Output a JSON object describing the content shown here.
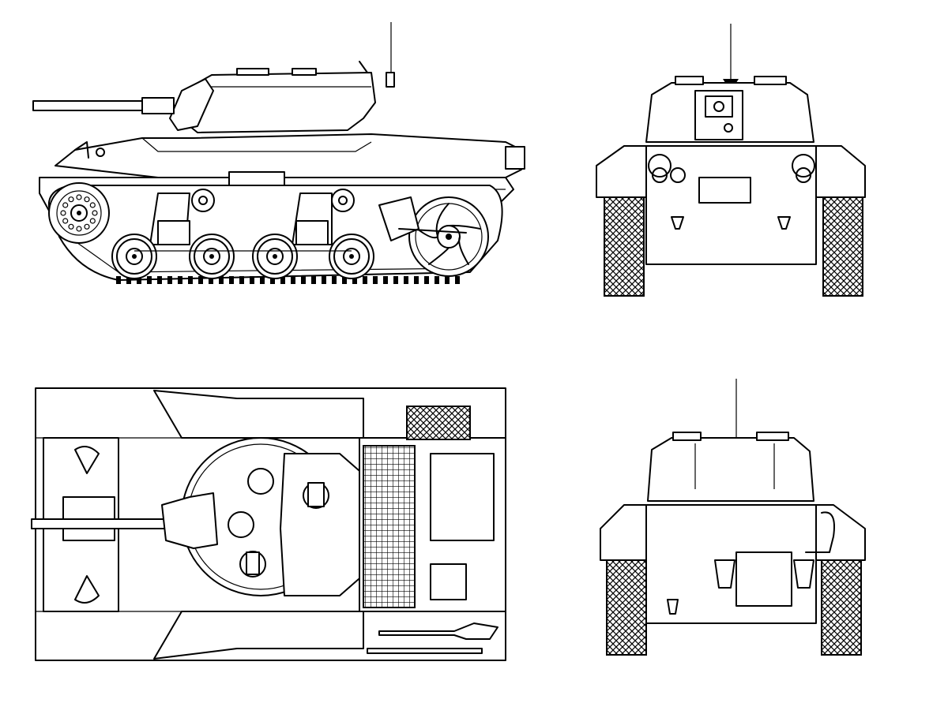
{
  "drawing": {
    "subject": "light-tank-four-view-line-drawing",
    "colors": {
      "line": "#000000",
      "paper": "#ffffff"
    },
    "views": [
      {
        "id": "side",
        "name": "side-view"
      },
      {
        "id": "front",
        "name": "front-view"
      },
      {
        "id": "top",
        "name": "top-view"
      },
      {
        "id": "rear",
        "name": "rear-view"
      }
    ],
    "icons": [
      "antenna-icon",
      "gun-barrel-icon",
      "sprocket-icon",
      "idler-wheel-icon",
      "hatch-icon",
      "shovel-icon",
      "pickaxe-icon",
      "engine-grille-icon"
    ]
  }
}
